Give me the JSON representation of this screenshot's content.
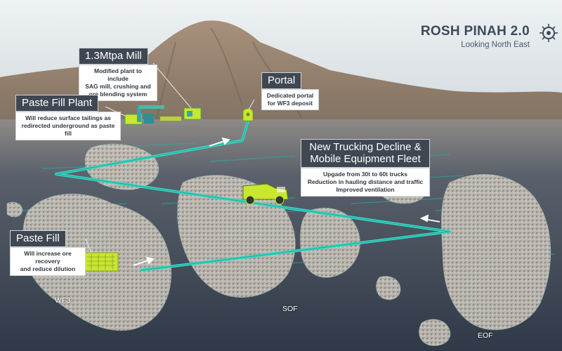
{
  "title": "ROSH PINAH 2.0",
  "subtitle": "Looking North East",
  "colors": {
    "decline": "#35d6c2",
    "infrastructure": "#c9e630",
    "ore_body": "#b9c2c6",
    "workings": "#2fae9c"
  },
  "icons": [
    "sun-logo-icon",
    "truck-icon",
    "portal-icon",
    "mill-building-icon",
    "paste-fill-block-icon",
    "arrow-icon"
  ],
  "callouts": {
    "mill": {
      "heading": "1.3Mtpa Mill",
      "lines": [
        "Modified plant to include",
        "SAG mill, crushing and",
        "ore blending system"
      ]
    },
    "portal": {
      "heading": "Portal",
      "lines": [
        "Dedicated portal",
        "for WF3 deposit"
      ]
    },
    "paste_fill_plant": {
      "heading": "Paste Fill Plant",
      "lines": [
        "Will reduce surface tailings as",
        "redirected underground as paste fill"
      ]
    },
    "trucking": {
      "heading_lines": [
        "New Trucking Decline &",
        "Mobile Equipment Fleet"
      ],
      "lines": [
        "Upgade from 30t to 60t trucks",
        "Reduction in hauling distance and traffic",
        "Improved ventilation"
      ]
    },
    "paste_fill": {
      "heading": "Paste Fill",
      "lines": [
        "Will increase ore recovery",
        "and reduce dilution"
      ]
    }
  },
  "zones": {
    "wf3": "WF3",
    "sof": "SOF",
    "eof": "EOF"
  }
}
